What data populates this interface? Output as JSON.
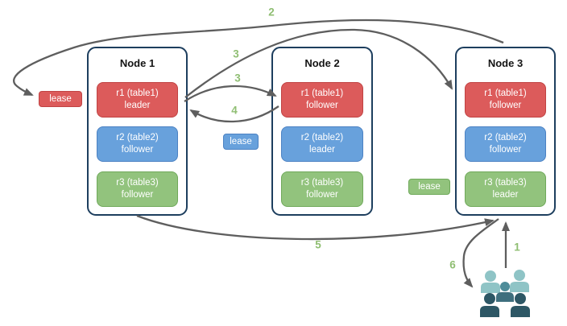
{
  "diagram": {
    "nodes": [
      {
        "title": "Node 1",
        "replicas": [
          {
            "name": "r1 (table1)",
            "role": "leader",
            "color": "red"
          },
          {
            "name": "r2 (table2)",
            "role": "follower",
            "color": "blue"
          },
          {
            "name": "r3 (table3)",
            "role": "follower",
            "color": "green"
          }
        ]
      },
      {
        "title": "Node 2",
        "replicas": [
          {
            "name": "r1 (table1)",
            "role": "follower",
            "color": "red"
          },
          {
            "name": "r2 (table2)",
            "role": "leader",
            "color": "blue"
          },
          {
            "name": "r3 (table3)",
            "role": "follower",
            "color": "green"
          }
        ]
      },
      {
        "title": "Node 3",
        "replicas": [
          {
            "name": "r1 (table1)",
            "role": "follower",
            "color": "red"
          },
          {
            "name": "r2 (table2)",
            "role": "follower",
            "color": "blue"
          },
          {
            "name": "r3 (table3)",
            "role": "leader",
            "color": "green"
          }
        ]
      }
    ],
    "leases": [
      {
        "text": "lease",
        "color": "red"
      },
      {
        "text": "lease",
        "color": "blue"
      },
      {
        "text": "lease",
        "color": "green"
      }
    ],
    "steps": {
      "s1": "1",
      "s2": "2",
      "s3a": "3",
      "s3b": "3",
      "s4": "4",
      "s5": "5",
      "s6": "6"
    },
    "icons": {
      "clients": "users-group-icon"
    },
    "colors": {
      "node-border": "#1d3e5e",
      "red-fill": "#dc5b5b",
      "red-border": "#c04343",
      "blue-fill": "#68a1dc",
      "blue-border": "#4c82c3",
      "green-fill": "#92c37d",
      "green-border": "#6fa95a",
      "arrow": "#5e5e5e",
      "step-green": "#8fbe72",
      "teal-light": "#8fc4c6",
      "teal-mid": "#4e8c99",
      "teal-mid-body": "#3f6f7e",
      "teal-dark": "#2d5765"
    }
  }
}
